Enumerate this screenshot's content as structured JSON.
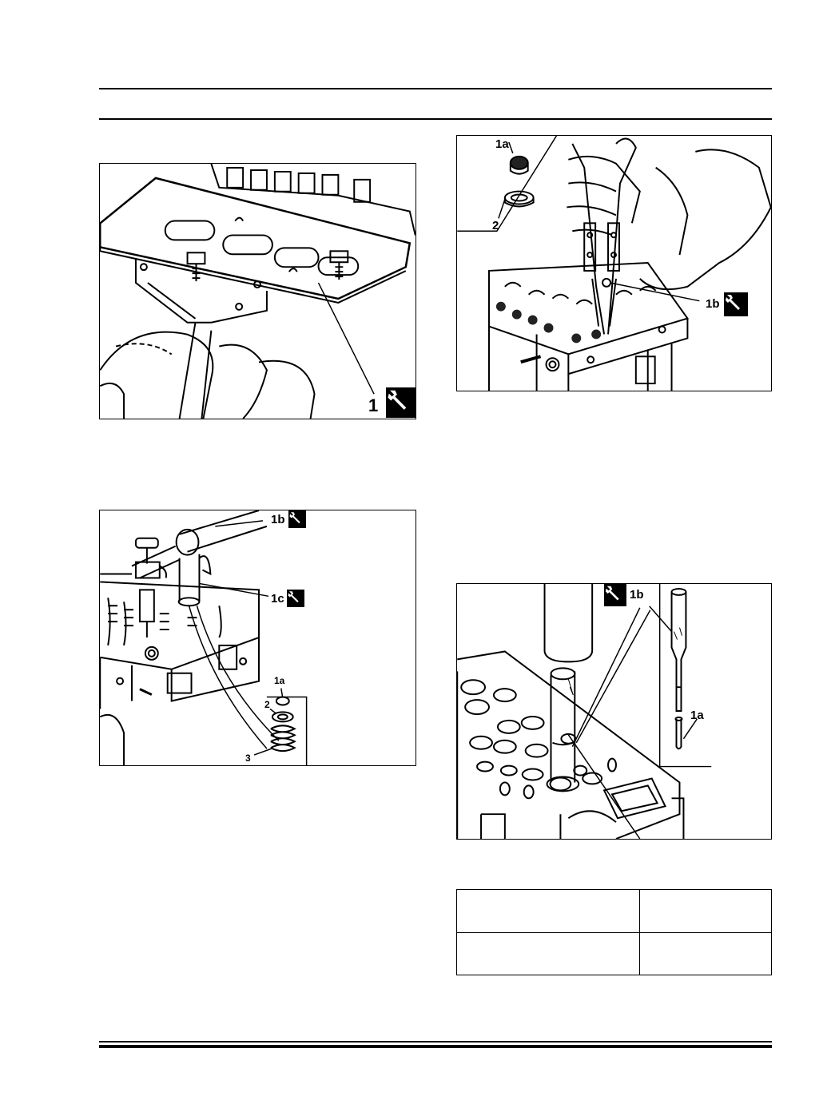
{
  "figures": {
    "fig1": {
      "callouts": [
        {
          "label": "1"
        }
      ]
    },
    "fig2": {
      "callouts": [
        {
          "label": "1a"
        },
        {
          "label": "2"
        },
        {
          "label": "1b"
        }
      ]
    },
    "fig3": {
      "callouts": [
        {
          "label": "1b"
        },
        {
          "label": "1c"
        },
        {
          "label": "1a"
        },
        {
          "label": "2"
        },
        {
          "label": "3"
        }
      ]
    },
    "fig4": {
      "callouts": [
        {
          "label": "1b"
        },
        {
          "label": "1a"
        }
      ]
    }
  },
  "icons": {
    "tool_marker": "wrench-icon"
  },
  "table": {
    "rows": [
      {
        "c1": "",
        "c2": ""
      },
      {
        "c1": "",
        "c2": ""
      }
    ]
  }
}
